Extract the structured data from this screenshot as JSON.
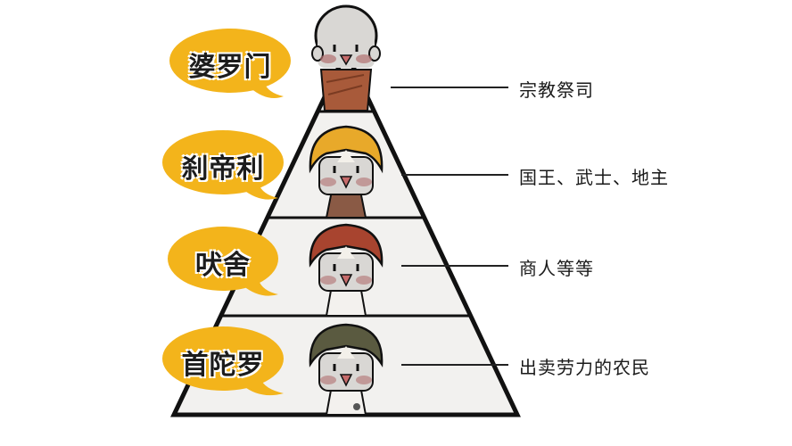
{
  "diagram": {
    "title": "",
    "type": "caste-pyramid",
    "colors": {
      "bubble": "#f3b41b",
      "outline": "#111111",
      "tier_fill": "#f2f1ef",
      "brahmin_robe": "#a85a3a",
      "kshatriya_turban": "#e8a92a",
      "vaishya_turban": "#a8442f",
      "shudra_turban": "#5a5a40"
    },
    "tiers": [
      {
        "name": "婆罗门",
        "description": "宗教祭司",
        "figure": "bald-priest"
      },
      {
        "name": "刹帝利",
        "description": "国王、武士、地主",
        "figure": "yellow-turban"
      },
      {
        "name": "吠舍",
        "description": "商人等等",
        "figure": "red-turban"
      },
      {
        "name": "首陀罗",
        "description": "出卖劳力的农民",
        "figure": "green-turban"
      }
    ]
  }
}
